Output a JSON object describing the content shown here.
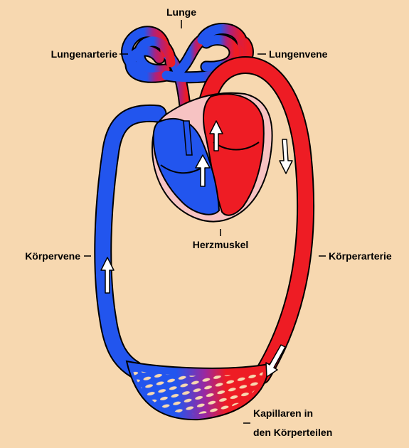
{
  "labels": {
    "lunge": "Lunge",
    "lungenarterie": "Lungenarterie",
    "lungenvene": "Lungenvene",
    "herzmuskel": "Herzmuskel",
    "koerpervene": "Körpervene",
    "koerperarterie": "Körperarterie",
    "kapillaren_line1": "Kapillaren in",
    "kapillaren_line2": "den Körperteilen"
  },
  "colors": {
    "background": "#f7d8b0",
    "venous_blood": "#2255ee",
    "arterial_blood": "#ee1c24",
    "heart_muscle": "#f7c3c3",
    "outline": "#000000",
    "arrow_fill": "#ffffff"
  }
}
